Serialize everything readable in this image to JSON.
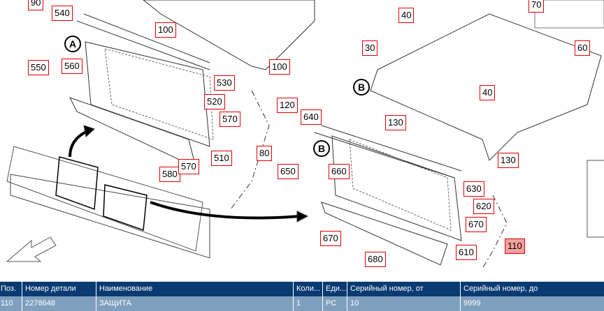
{
  "diagram": {
    "callouts": [
      "90",
      "540",
      "550",
      "560",
      "100",
      "100",
      "530",
      "520",
      "570",
      "510",
      "80",
      "580",
      "570",
      "40",
      "70",
      "60",
      "30",
      "40",
      "130",
      "130",
      "120",
      "640",
      "650",
      "660",
      "630",
      "620",
      "670",
      "670",
      "610",
      "680",
      "110"
    ],
    "markers": [
      "A",
      "B",
      "B"
    ],
    "highlight": "110"
  },
  "table": {
    "headers": [
      "Поз.",
      "Номер детали",
      "Наименование",
      "Коли...",
      "Еди...",
      "Серийный номер, от",
      "Серийный номер, до"
    ],
    "rows": [
      [
        "110",
        "2278648",
        "ЗАЩИТА",
        "1",
        "PC",
        "10",
        "9999"
      ]
    ]
  },
  "colors": {
    "header": "#0a3a72",
    "selected_row": "#7f9fbe",
    "callout_border": "#e00000",
    "highlight": "#f4a0a0"
  }
}
